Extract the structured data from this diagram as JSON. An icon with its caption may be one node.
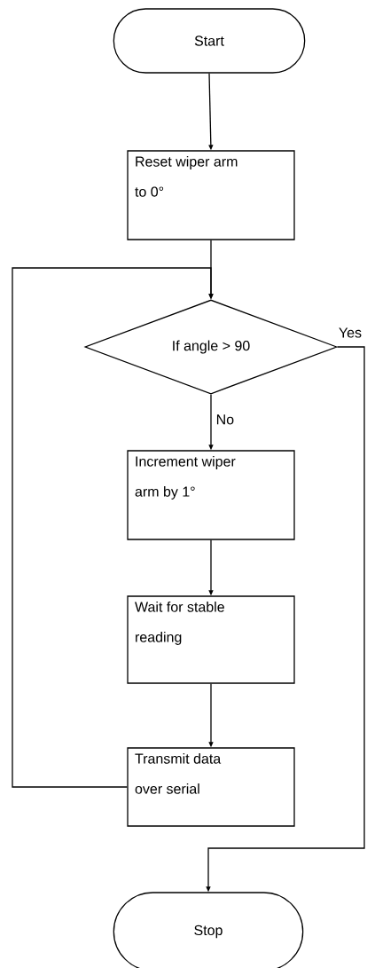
{
  "diagram": {
    "nodes": [
      {
        "text": [
          "Start"
        ]
      },
      {
        "text": [
          "Reset wiper arm to 0°"
        ]
      },
      {
        "text": [
          "If angle > 90"
        ]
      },
      {
        "text": [
          "Increment wiper arm by 1°"
        ]
      },
      {
        "text": [
          "Wait for stable reading"
        ]
      },
      {
        "text": [
          "Transmit data over serial"
        ]
      },
      {
        "text": [
          "Stop"
        ]
      }
    ],
    "edges": [
      {
        "from": 0,
        "to": 1,
        "arrow": "to"
      },
      {
        "from": 1,
        "to": 2,
        "arrow": "to"
      },
      {
        "from": 2,
        "to": 3,
        "arrow": "to",
        "label": "No"
      },
      {
        "from": 3,
        "to": 4,
        "arrow": "to"
      },
      {
        "from": 4,
        "to": 5,
        "arrow": "to"
      },
      {
        "from": 5,
        "to": 2,
        "arrow": "to"
      },
      {
        "from": 2,
        "to": 6,
        "arrow": "to",
        "label": "Yes"
      }
    ]
  }
}
